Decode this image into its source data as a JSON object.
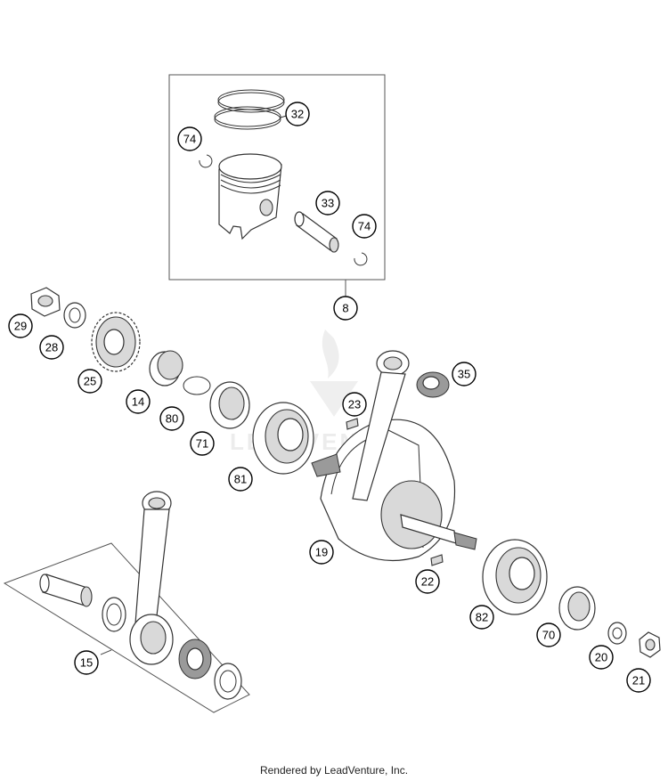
{
  "diagram": {
    "watermark_text": "LEADVENTURE",
    "footer": "Rendered by LeadVenture, Inc.",
    "callouts": {
      "piston_rings": "32",
      "clip_left": "74",
      "piston_pin": "33",
      "clip_right": "74",
      "piston_assembly": "8",
      "nut": "29",
      "washer": "28",
      "gear": "25",
      "sleeve": "14",
      "o_ring": "80",
      "shaft_seal": "71",
      "bearing_left": "81",
      "key_upper": "23",
      "needle_bearing_top": "35",
      "crankshaft": "19",
      "key_lower": "22",
      "bearing_right": "82",
      "shaft_seal_right": "70",
      "lock_washer": "20",
      "nut_right": "21",
      "conrod_kit": "15"
    }
  }
}
